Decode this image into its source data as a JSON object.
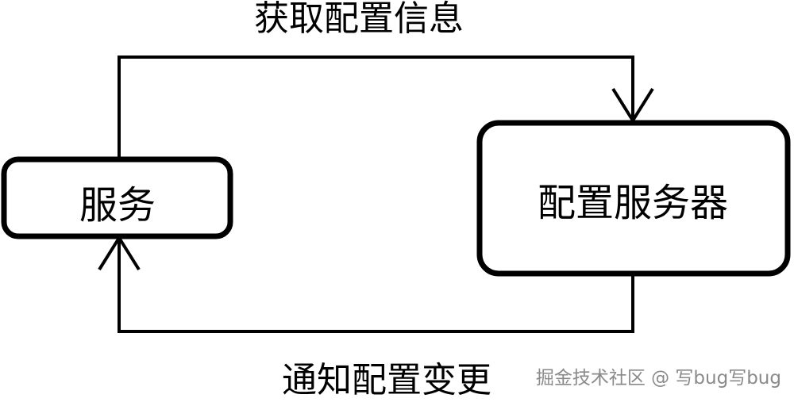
{
  "diagram": {
    "top_edge_label": "获取配置信息",
    "bottom_edge_label": "通知配置变更",
    "service_node": "服务",
    "config_server_node": "配置服务器"
  },
  "watermark": "掘金技术社区 @ 写bug写bug",
  "colors": {
    "stroke": "#000000",
    "background": "#ffffff",
    "watermark": "#8a8a8a"
  }
}
